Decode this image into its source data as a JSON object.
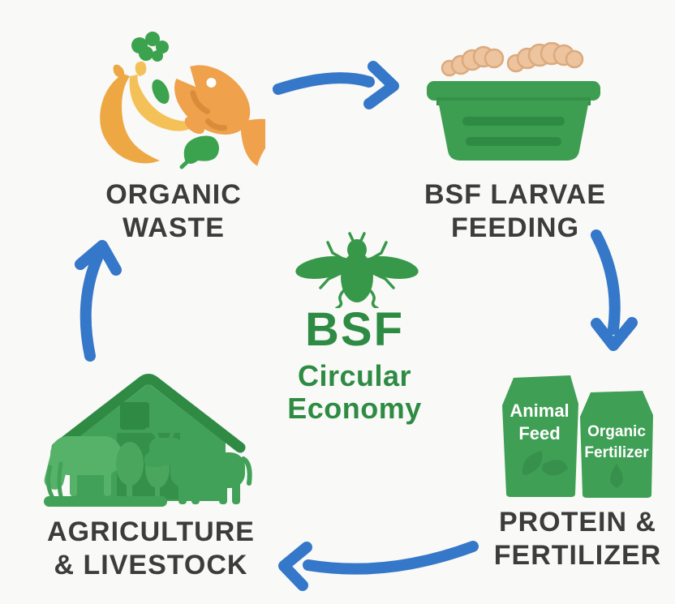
{
  "center": {
    "title": "BSF",
    "subtitle": "Circular Economy",
    "icon": "black-soldier-fly-icon"
  },
  "nodes": {
    "organic_waste": {
      "line1": "ORGANIC",
      "line2": "WASTE",
      "icon": "organic-waste-icon"
    },
    "larvae_feeding": {
      "line1": "BSF LARVAE",
      "line2": "FEEDING",
      "icon": "larvae-feeding-bin-icon"
    },
    "protein_fertilizer": {
      "line1": "PROTEIN &",
      "line2": "FERTILIZER",
      "icon": "feed-and-fertilizer-bags-icon",
      "bag_feed": {
        "line1": "Animal",
        "line2": "Feed"
      },
      "bag_fertilizer": {
        "line1": "Organic",
        "line2": "Fertilizer"
      }
    },
    "agriculture_livestock": {
      "line1": "AGRICULTURE",
      "line2": "& LIVESTOCK",
      "icon": "farm-livestock-icon"
    }
  },
  "arrows": {
    "waste_to_feeding": "arrow-right-icon",
    "feeding_to_protein": "arrow-down-icon",
    "protein_to_agriculture": "arrow-left-icon",
    "agriculture_to_waste": "arrow-up-icon"
  },
  "colors": {
    "background": "#F9F9F7",
    "arrow_blue": "#3577C8",
    "green_primary": "#3D9E52",
    "green_dark": "#2F8A44",
    "green_light": "#57B269",
    "brand_text_green": "#2E8B43",
    "label_text": "#3C3C3C",
    "banana_yellow": "#F4C159",
    "banana_orange": "#EDA843",
    "fish_orange": "#EFA14C",
    "fish_detail_orange": "#D98D3A",
    "larvae_tan": "#EEC49E",
    "larvae_outline": "#DBAA7E",
    "bag_label_white": "#FFFFFF"
  }
}
